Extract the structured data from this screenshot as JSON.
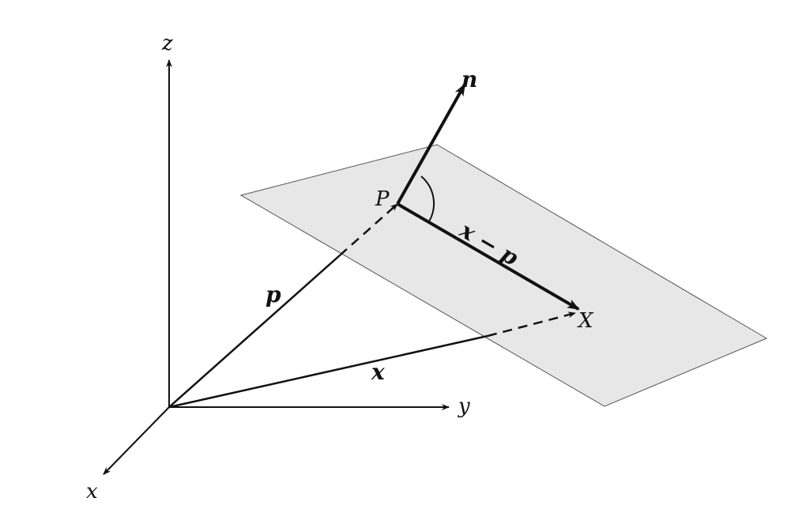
{
  "colors": {
    "ink": "#111111",
    "plane_fill": "#e6e7e6",
    "plane_edge": "#555555",
    "background": "#ffffff"
  },
  "labels": {
    "axis_z": "z",
    "axis_y": "y",
    "axis_x": "x",
    "vector_n": "n",
    "point_P": "P",
    "point_X": "X",
    "vector_p": "p",
    "vector_x": "x",
    "vector_x_minus_p": "x − p"
  }
}
